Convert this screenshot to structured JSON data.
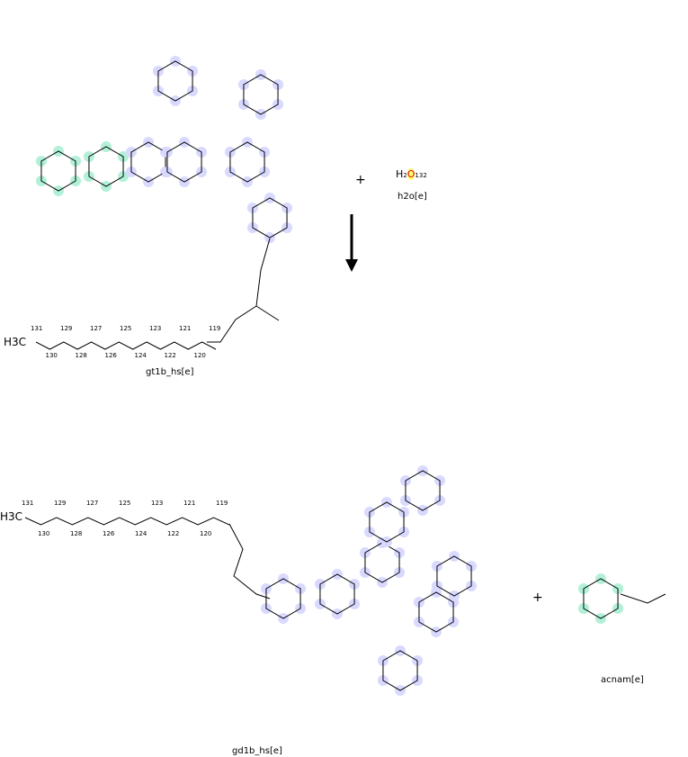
{
  "reaction": {
    "reactants": [
      {
        "name": "gt1b_hs[e]"
      },
      {
        "name": "h2o[e]",
        "formula_h": "H",
        "formula_sub": "2",
        "formula_o": "O",
        "atom_index": "132"
      }
    ],
    "products": [
      {
        "name": "gd1b_hs[e]"
      },
      {
        "name": "acnam[e]"
      }
    ],
    "plus_sign": "+",
    "arrow": "down-arrow"
  },
  "top_chain_labels": [
    "131",
    "130",
    "129",
    "128",
    "127",
    "126",
    "125",
    "124",
    "123",
    "122",
    "121",
    "120",
    "119"
  ],
  "bottom_chain_labels": [
    "131",
    "130",
    "129",
    "128",
    "127",
    "126",
    "125",
    "124",
    "123",
    "122",
    "121",
    "120",
    "119"
  ],
  "top_methyl": "H3C",
  "bottom_methyl": "H3C",
  "colors": {
    "sialic_highlight": "#b3f0d8",
    "atom_highlight": "#d9d9ff",
    "oxygen": "#e0001a",
    "nitrogen": "#3050f8"
  }
}
